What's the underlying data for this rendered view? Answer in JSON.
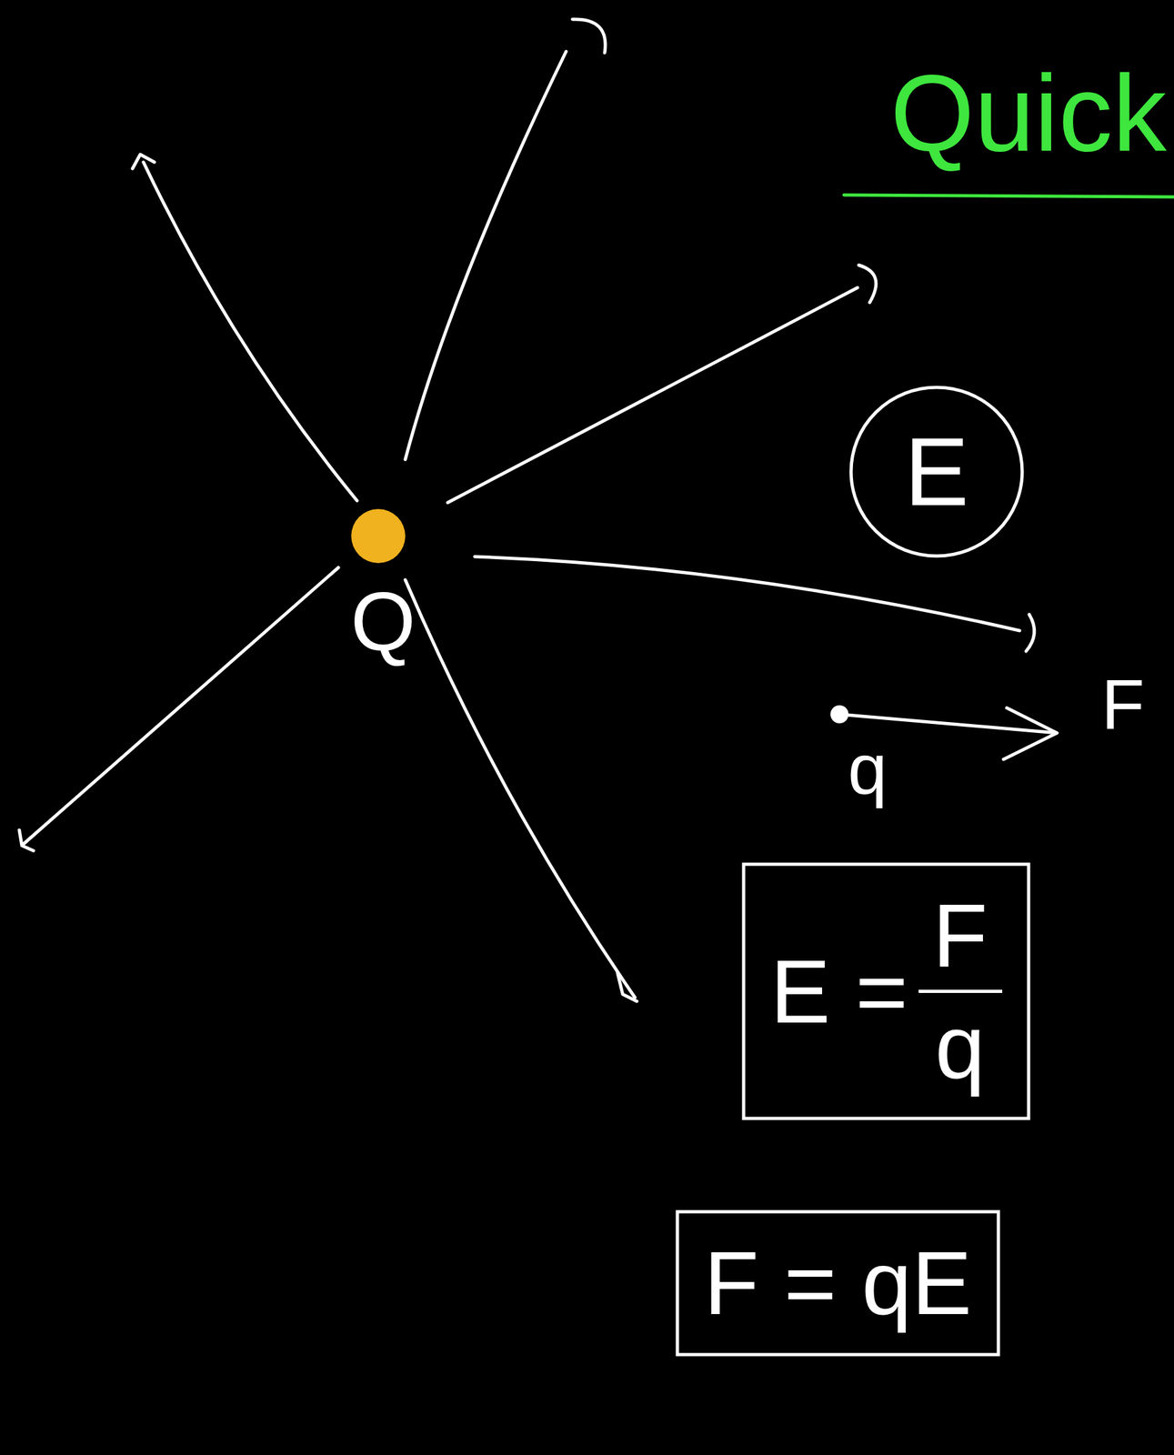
{
  "diagram": {
    "title": "Quick",
    "nodes": [
      {
        "text": [
          "E"
        ]
      },
      {
        "text": [
          "E =",
          "F",
          "q"
        ]
      },
      {
        "text": [
          "F = qE"
        ]
      }
    ],
    "labels": [
      "Q",
      "q",
      "F"
    ]
  }
}
